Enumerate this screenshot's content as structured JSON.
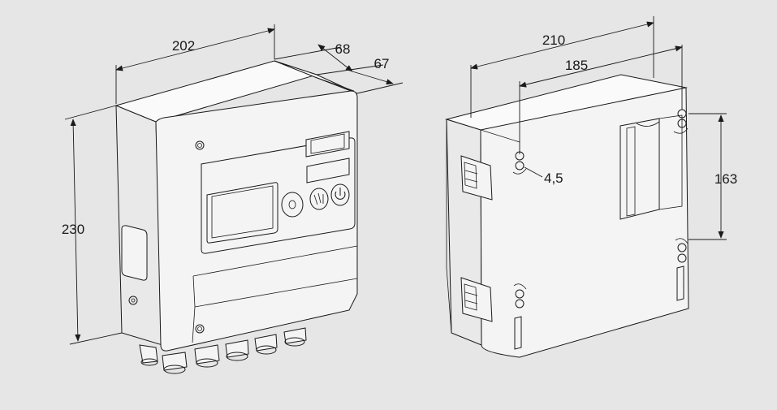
{
  "diagram": {
    "front_view": {
      "dimensions": {
        "width": "202",
        "depth_outer": "68",
        "depth_inner": "67",
        "height": "230"
      }
    },
    "rear_view": {
      "dimensions": {
        "width_outer": "210",
        "width_inner": "185",
        "hole_diameter": "4,5",
        "hole_spacing": "163"
      }
    },
    "colors": {
      "background": "#e6e6e6",
      "line": "#1a1a1a"
    }
  }
}
